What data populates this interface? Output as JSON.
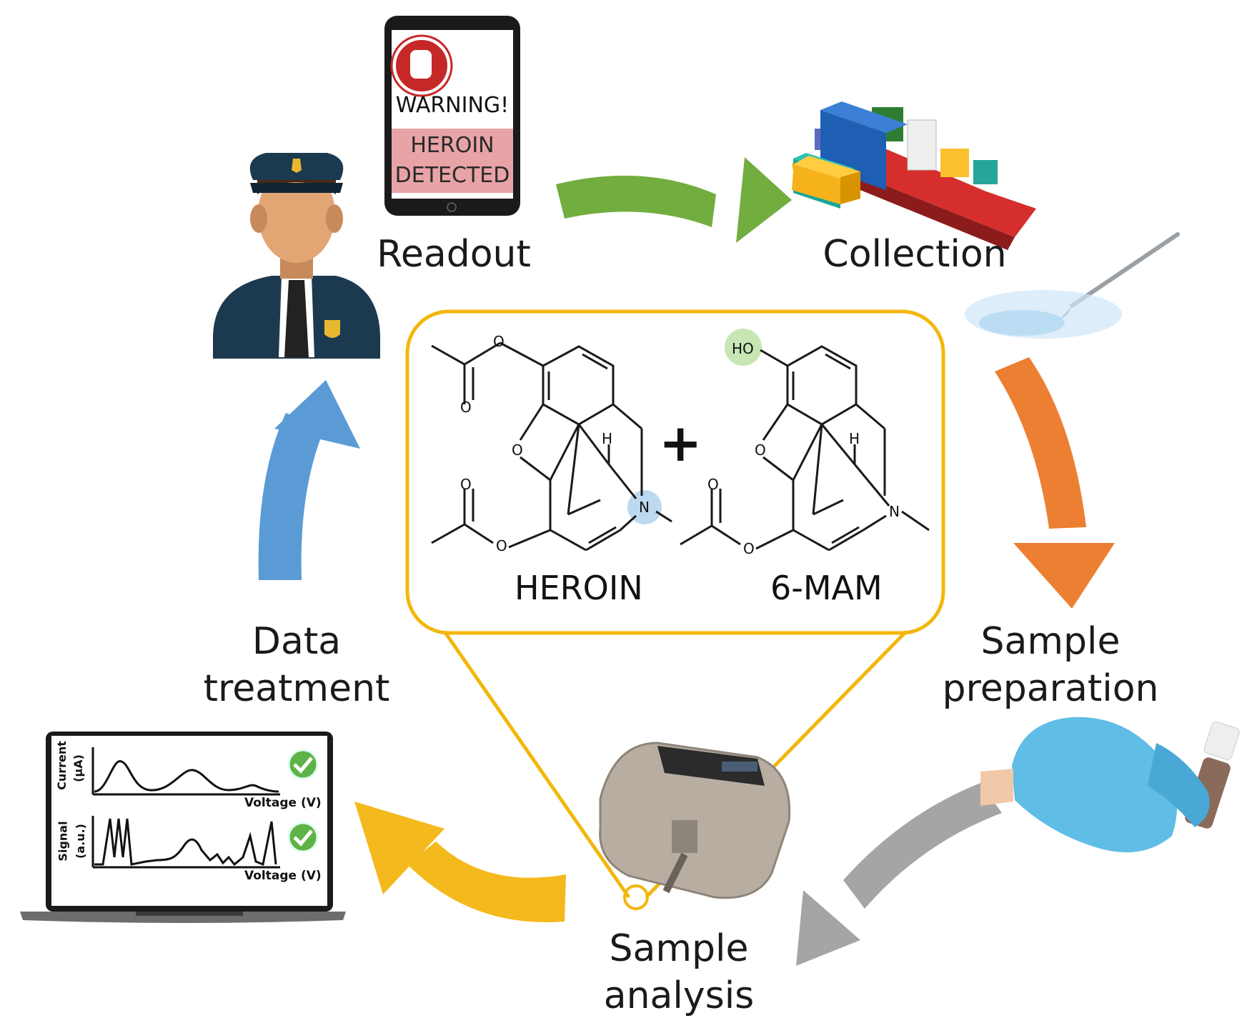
{
  "colors": {
    "green_arrow": "#72ad3f",
    "orange_arrow": "#ec7f31",
    "grey_arrow": "#a5a5a5",
    "yellow_arrow": "#f4b91c",
    "blue_arrow": "#5a9bd5",
    "callout_border": "#f2b70d",
    "warning_panel": "#e8a3a6",
    "heroin_highlight": "#bcd9ef",
    "mam_highlight": "#c7e6b4"
  },
  "stages": {
    "readout": "Readout",
    "collection": "Collection",
    "sample_preparation_1": "Sample",
    "sample_preparation_2": "preparation",
    "sample_analysis_1": "Sample",
    "sample_analysis_2": "analysis",
    "data_treatment_1": "Data",
    "data_treatment_2": "treatment"
  },
  "phone": {
    "warning": "WARNING!",
    "line1": "HEROIN",
    "line2": "DETECTED"
  },
  "molecules": {
    "heroin": "HEROIN",
    "mam": "6-MAM",
    "plus": "+",
    "ho": "HO",
    "o": "O",
    "n": "N",
    "h": "H"
  },
  "laptop": {
    "top_ylabel1": "Current",
    "top_ylabel2": "(µA)",
    "top_xlabel": "Voltage (V)",
    "bottom_ylabel1": "Signal",
    "bottom_ylabel2": "(a.u.)",
    "bottom_xlabel": "Voltage (V)"
  },
  "icons": [
    "police-officer-icon",
    "smartphone-icon",
    "stop-hand-icon",
    "cargo-ship-icon",
    "scalpel-icon",
    "gloved-hand-vial-icon",
    "potentiostat-device-icon",
    "laptop-icon",
    "check-icon"
  ]
}
